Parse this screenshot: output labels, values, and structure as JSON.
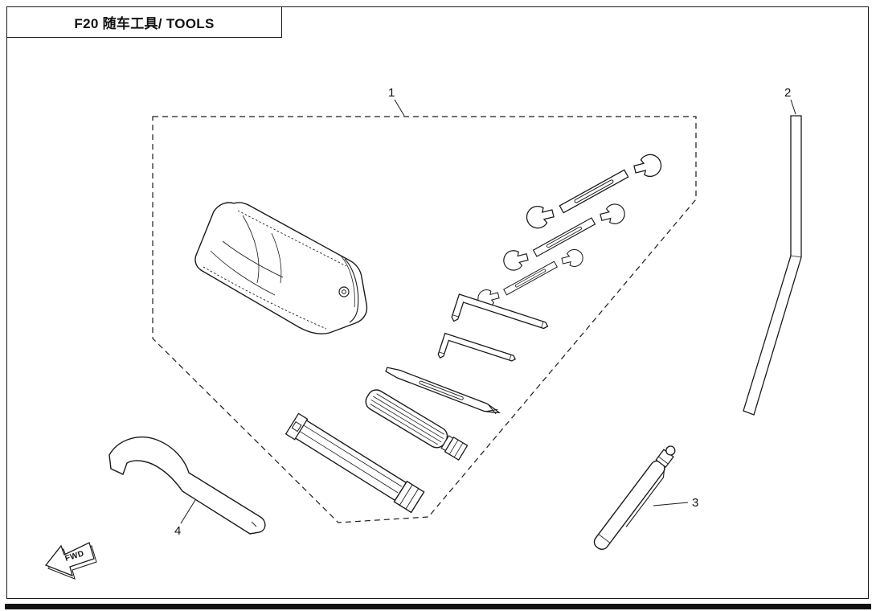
{
  "page": {
    "title": "F20 随车工具/ TOOLS"
  },
  "callouts": {
    "toolkit": "1",
    "rod": "2",
    "gauge": "3",
    "hook_wrench": "4"
  },
  "direction": {
    "label": "FWD"
  }
}
